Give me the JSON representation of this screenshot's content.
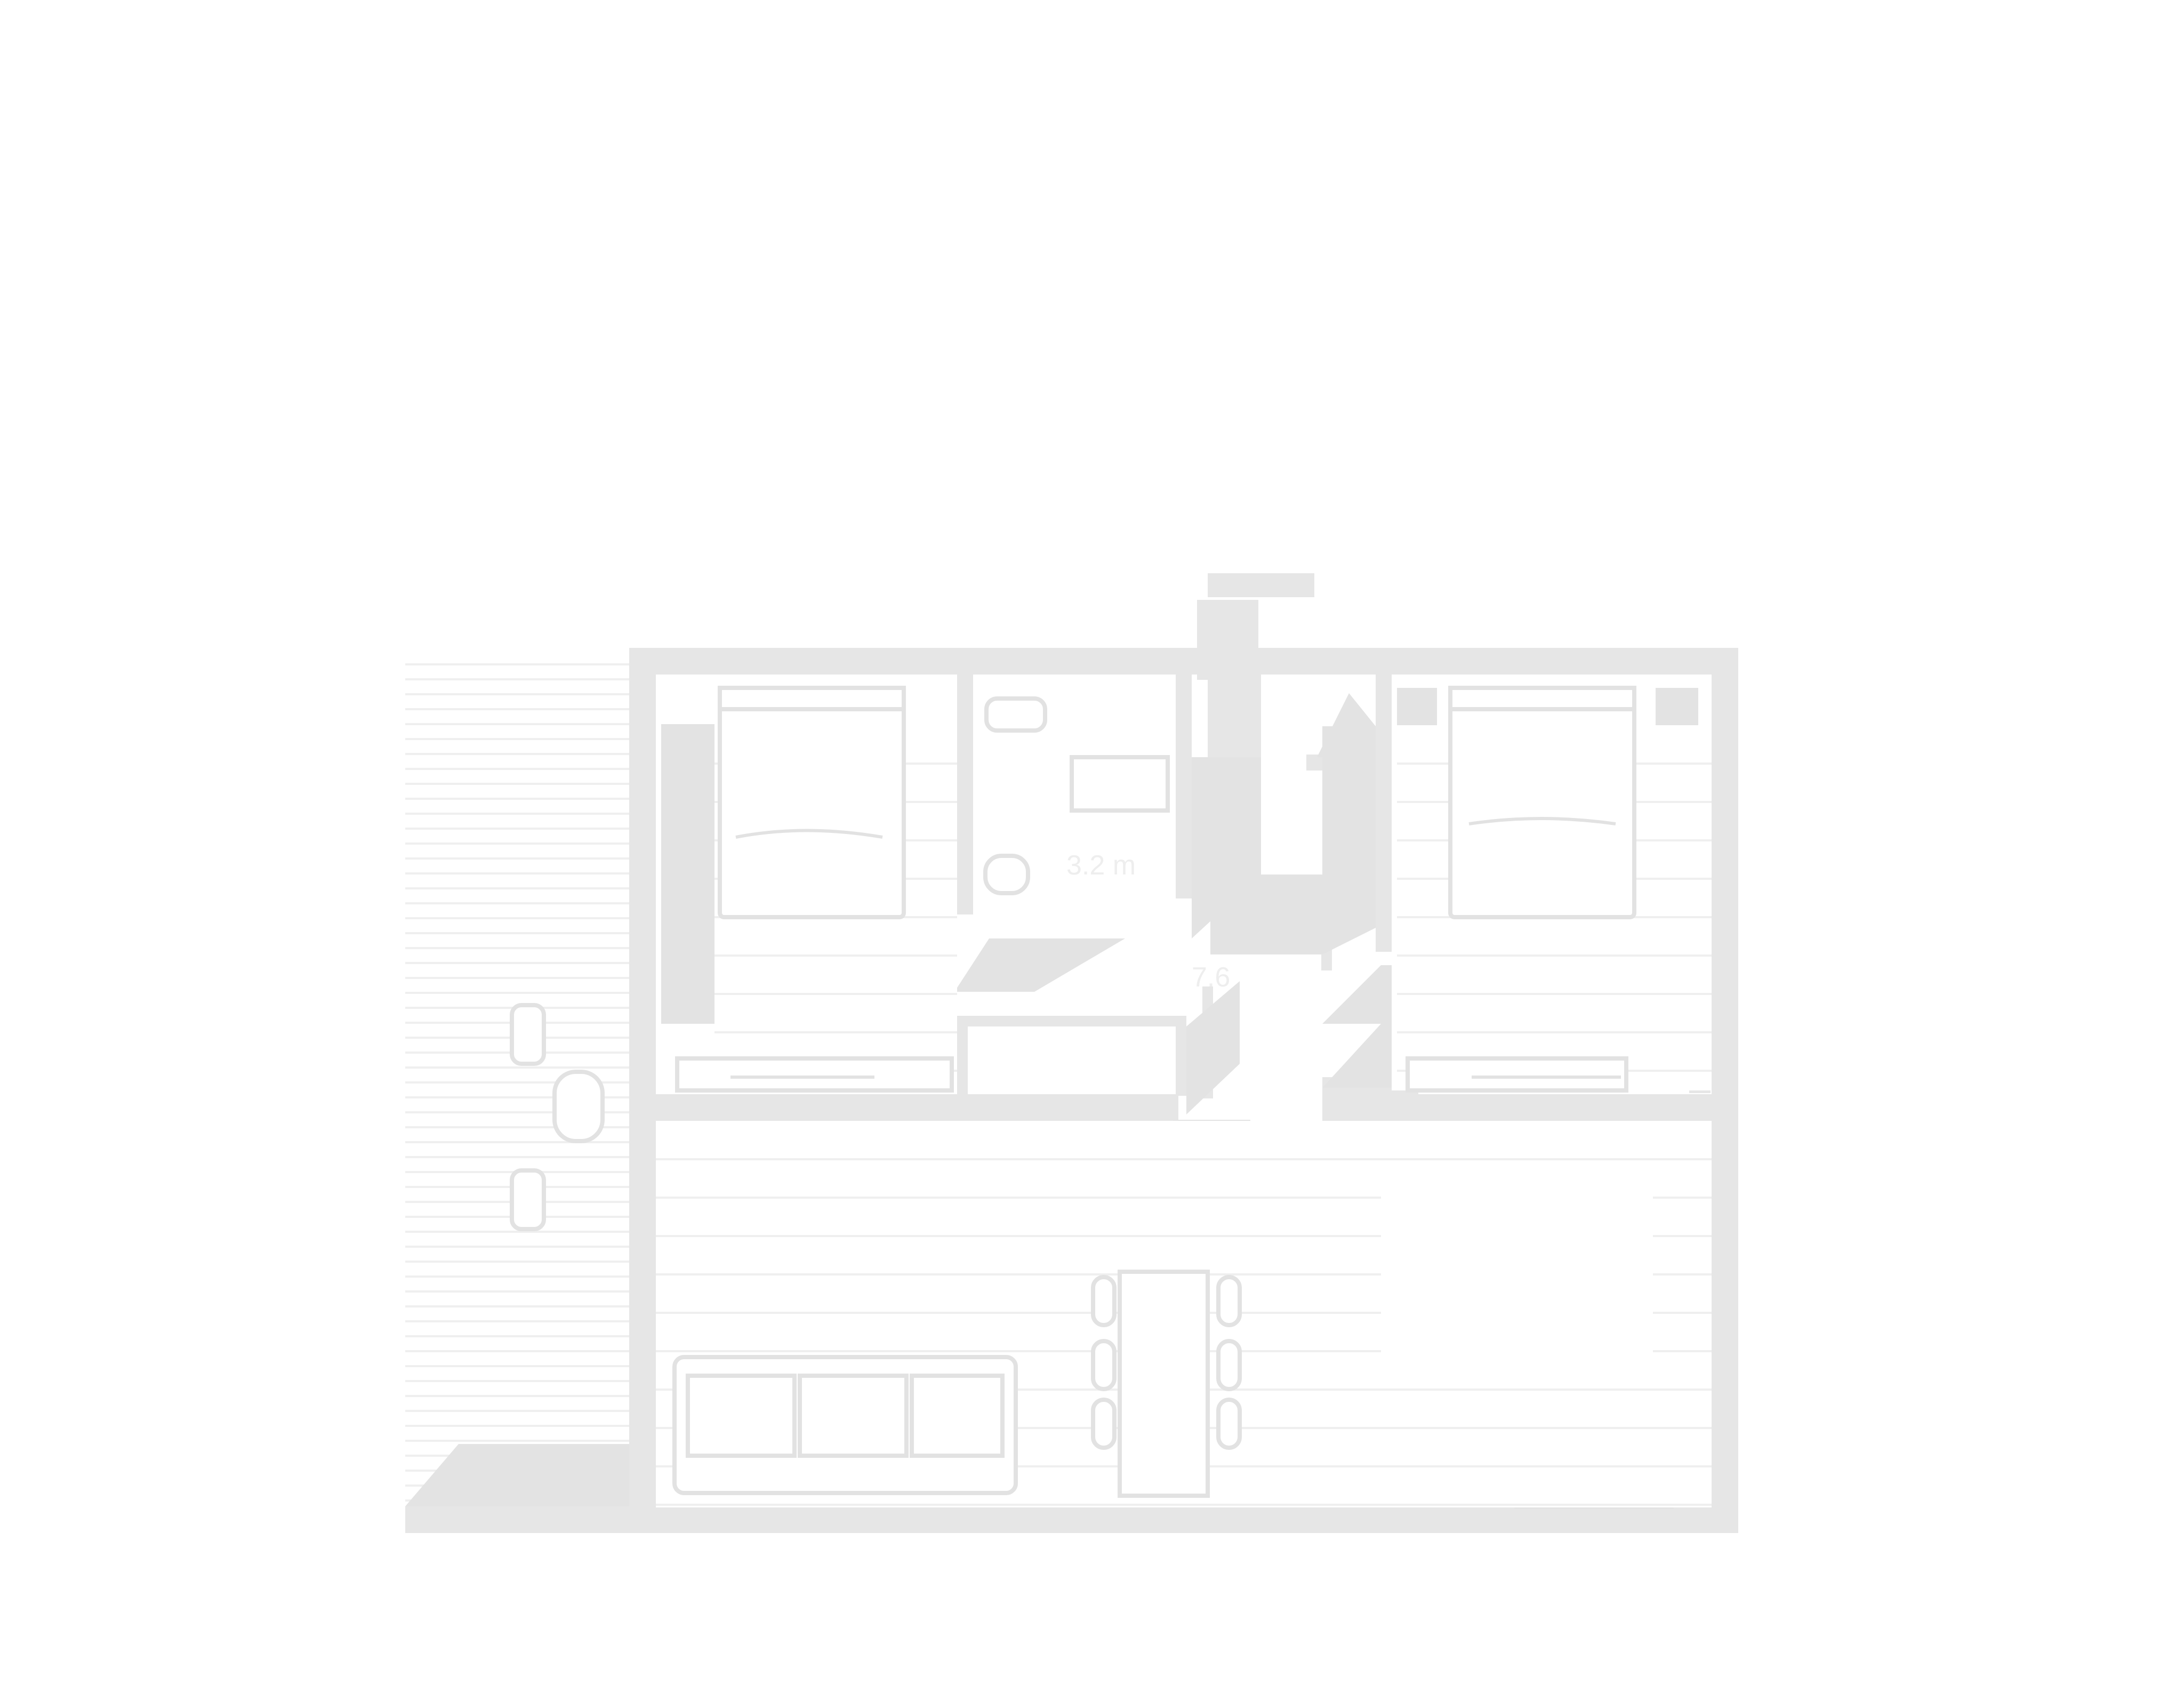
{
  "plan": {
    "rooms": [
      {
        "id": "bathroom",
        "area_label": "3.2 m"
      },
      {
        "id": "hallway",
        "area_label": "7.6"
      }
    ],
    "colors": {
      "background": "#ffffff",
      "wall": "#e6e6e6",
      "shadow": "#e3e3e3",
      "furniture_outline": "#e2e2e2"
    }
  }
}
